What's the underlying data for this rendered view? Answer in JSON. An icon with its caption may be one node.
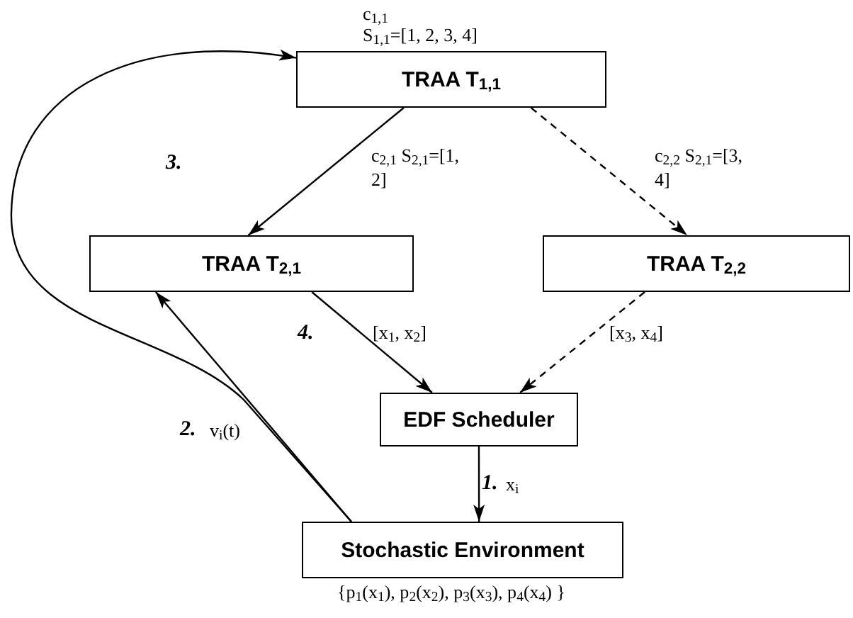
{
  "diagram": {
    "nodes": [
      {
        "text": [
          "TRAA T$_{1,1}$"
        ],
        "beside": [
          "c$_{1,1}$",
          "S$_{1,1}$=[1, 2, 3, 4]"
        ]
      },
      {
        "text": [
          "TRAA T$_{2,1}$"
        ]
      },
      {
        "text": [
          "TRAA T$_{2,2}$"
        ]
      },
      {
        "text": [
          "EDF Scheduler"
        ]
      },
      {
        "text": [
          "Stochastic Environment"
        ],
        "beside": [
          "{p$_{1}$(x$_{1}$), p$_{2}$(x$_{2}$), p$_{3}$(x$_{3}$), p$_{4}$(x$_{4}$) }"
        ]
      }
    ],
    "edges": [
      {
        "from": 0,
        "to": 1,
        "arrow": "to",
        "label": "c$_{2,1}$ S$_{2,1}$=[1, 2]"
      },
      {
        "from": 0,
        "to": 2,
        "arrow": "to",
        "style": "dashed",
        "label": "c$_{2,2}$ S$_{2,1}$=[3, 4]"
      },
      {
        "from": 1,
        "to": 3,
        "arrow": "to",
        "label": "[x$_{1}$, x$_{2}$]"
      },
      {
        "from": 2,
        "to": 3,
        "arrow": "to",
        "style": "dashed",
        "label": "[x$_{3}$, x$_{4}$]"
      },
      {
        "from": 3,
        "to": 4,
        "arrow": "to",
        "label": "x$_{i}$"
      },
      {
        "from": 4,
        "to": 1,
        "arrow": "to",
        "label": "v$_{i}$(t)"
      },
      {
        "from": 4,
        "to": 0,
        "arrow": "to"
      }
    ],
    "labels": [
      "3.",
      "4.",
      "2.",
      "1."
    ]
  }
}
